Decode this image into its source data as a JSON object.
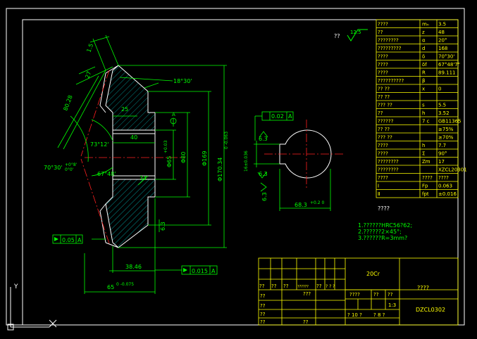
{
  "colors": {
    "background": "#000000",
    "border": "#ffffff",
    "table": "#ffff00",
    "drawing": "#ffffff",
    "dimension": "#00ff00",
    "hatch": "#00b0b0",
    "centerline": "#ff2020",
    "text_green": "#00ff00"
  },
  "gear_table": {
    "rows": [
      {
        "name": "????",
        "sym": "mₙ",
        "val": "3.5"
      },
      {
        "name": "??",
        "sym": "z",
        "val": "48"
      },
      {
        "name": "????????",
        "sym": "α",
        "val": "20°"
      },
      {
        "name": "?????????",
        "sym": "d",
        "val": "168"
      },
      {
        "name": "????",
        "sym": "δ",
        "val": "70°30'"
      },
      {
        "name": "????",
        "sym": "δf",
        "val": "67°48'7\""
      },
      {
        "name": "????",
        "sym": "R",
        "val": "89.111"
      },
      {
        "name": "??????????",
        "sym": "β",
        "val": ""
      },
      {
        "name": "??    ??",
        "sym": "x",
        "val": "0"
      },
      {
        "name": "??  ??",
        "sym": "",
        "val": ""
      },
      {
        "name": "???    ??",
        "sym": "s",
        "val": "5.5"
      },
      {
        "name": "       ??",
        "sym": "h",
        "val": "3.52"
      },
      {
        "name": "??????",
        "sym": "7 c",
        "val": "GB11365"
      },
      {
        "name": "??    ??",
        "sym": "",
        "val": "≥75%"
      },
      {
        "name": "???    ??",
        "sym": "",
        "val": "≥70%"
      },
      {
        "name": "????",
        "sym": "h",
        "val": "7.7"
      },
      {
        "name": "????",
        "sym": "Σ",
        "val": "90°"
      },
      {
        "name": "????????",
        "sym": "Zm",
        "val": "17"
      },
      {
        "name": "????????",
        "sym": "",
        "val": "XZCL20301"
      },
      {
        "name": "????",
        "sym": "????",
        "val": "????"
      },
      {
        "name": "Ⅰ",
        "sym": "Fp",
        "val": "0.063"
      },
      {
        "name": "Ⅱ",
        "sym": "fpt",
        "val": "±0.016"
      }
    ]
  },
  "title_block": {
    "part_name": "????",
    "material": "20Cr",
    "drawing_no": "DZCL0302",
    "mark_cells": [
      "??",
      "??",
      "??",
      "??????",
      "??",
      "? ? ?"
    ],
    "roles": [
      "??",
      "??",
      "??",
      "??"
    ],
    "standardize": "???",
    "approve": "??",
    "stage_mark": "????",
    "weight": "??",
    "scale": "??",
    "scale_value": "1:3",
    "sheets_total": "? 10 ?",
    "sheet_no": "? 8 ?"
  },
  "notes": {
    "heading": "????",
    "lines": [
      "1.??????HRC56?62;",
      "2.??????2×45°;",
      "3.??????R=3mm?"
    ]
  },
  "roughness_general": {
    "qmarks": "??",
    "value": "12.5"
  },
  "dimensions": {
    "d_face": "1.5",
    "d_27": "27",
    "d_18": "18°30'",
    "d_8028": "80.28",
    "d_7312": "73°12'",
    "d_7030": "70°30'",
    "d_tol1": "+0°8'",
    "d_tol2": "0°0'",
    "d_25": "25",
    "d_40": "40",
    "d_phi65": "Φ65",
    "d_phi65tol": "+0.03",
    "d_phi80": "Φ80",
    "d_phi169": "Φ169",
    "d_phi170": "Φ170.34",
    "d_phi170tol": "0\n-0.063",
    "d_6748": "67°48'",
    "d_34": "34",
    "d_63a": "6.3",
    "d_63b": "6.3",
    "d_3846": "38.46",
    "d_65": "65",
    "d_65tol": "0\n-0.075",
    "gdt_runout": "0.05",
    "gdt_runout_ref": "A",
    "gdt_flat": "0.015",
    "gdt_flat_ref": "A",
    "datum_A": "A",
    "sv_sym": "0.02",
    "sv_ref": "A",
    "sv_16": "16±0.036",
    "sv_63a": "6.3",
    "sv_63b": "6.3",
    "sv_63c": "6.3",
    "sv_683": "68.3",
    "sv_683tol": "+0.2\n 0"
  },
  "corner": {
    "y_axis": "Y",
    "x_mark": "X"
  }
}
